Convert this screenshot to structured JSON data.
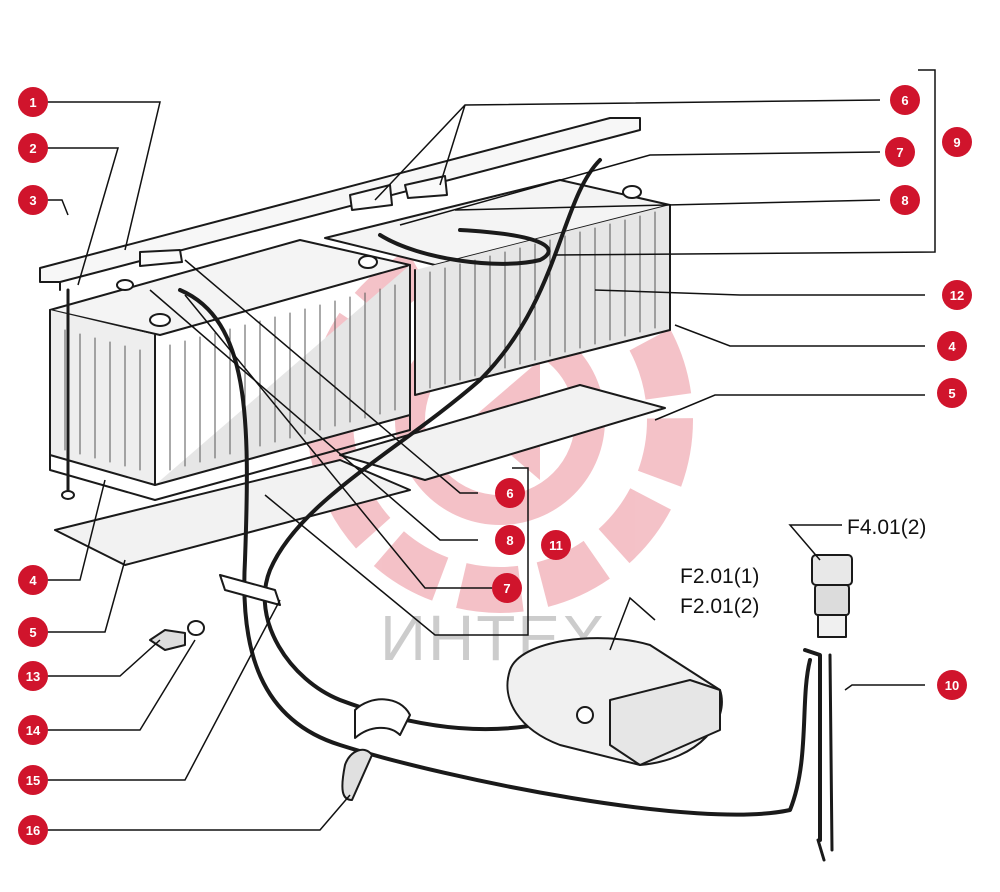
{
  "watermark": {
    "text": "ИНТЕХ",
    "color": "#e8a0a8",
    "text_color": "#c8c8c8"
  },
  "badge_color": "#d0142c",
  "callouts": {
    "c1": "1",
    "c2": "2",
    "c3": "3",
    "c4_left": "4",
    "c5_left": "5",
    "c13": "13",
    "c14": "14",
    "c15": "15",
    "c16": "16",
    "c6_top": "6",
    "c7_top": "7",
    "c8_top": "8",
    "c9": "9",
    "c12": "12",
    "c4_right": "4",
    "c5_right": "5",
    "c6_mid": "6",
    "c8_mid": "8",
    "c7_mid": "7",
    "c11": "11",
    "c10": "10"
  },
  "part_codes": {
    "switch": "F4.01(2)",
    "relay_1": "F2.01(1)",
    "relay_2": "F2.01(2)"
  }
}
